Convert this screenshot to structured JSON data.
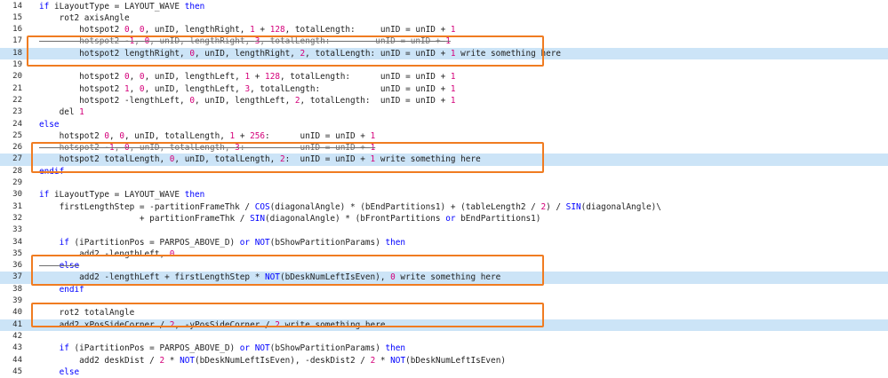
{
  "editor": {
    "lines": [
      {
        "n": "14",
        "code": "if iLayoutType = LAYOUT_WAVE then"
      },
      {
        "n": "15",
        "code": "    rot2 axisAngle"
      },
      {
        "n": "16",
        "code": "        hotspot2 0, 0, unID, lengthRight, 1 + 128, totalLength:     unID = unID + 1"
      },
      {
        "n": "17",
        "code": "        hotspot2 -1, 0, unID, lengthRight, 3, totalLength:         unID = unID + 1"
      },
      {
        "n": "18",
        "code": "        hotspot2 lengthRight, 0, unID, lengthRight, 2, totalLength: unID = unID + 1 write something here"
      },
      {
        "n": "19",
        "code": ""
      },
      {
        "n": "20",
        "code": "        hotspot2 0, 0, unID, lengthLeft, 1 + 128, totalLength:      unID = unID + 1"
      },
      {
        "n": "21",
        "code": "        hotspot2 1, 0, unID, lengthLeft, 3, totalLength:            unID = unID + 1"
      },
      {
        "n": "22",
        "code": "        hotspot2 -lengthLeft, 0, unID, lengthLeft, 2, totalLength:  unID = unID + 1"
      },
      {
        "n": "23",
        "code": "    del 1"
      },
      {
        "n": "24",
        "code": "else"
      },
      {
        "n": "25",
        "code": "    hotspot2 0, 0, unID, totalLength, 1 + 256:      unID = unID + 1"
      },
      {
        "n": "26",
        "code": "    hotspot2 -1, 0, unID, totalLength, 3:           unID = unID + 1"
      },
      {
        "n": "27",
        "code": "    hotspot2 totalLength, 0, unID, totalLength, 2:  unID = unID + 1 write something here"
      },
      {
        "n": "28",
        "code": "endif"
      },
      {
        "n": "29",
        "code": ""
      },
      {
        "n": "30",
        "code": "if iLayoutType = LAYOUT_WAVE then"
      },
      {
        "n": "31",
        "code": "    firstLengthStep = -partitionFrameThk / COS(diagonalAngle) * (bEndPartitions1) + (tableLength2 / 2) / SIN(diagonalAngle)\\"
      },
      {
        "n": "32",
        "code": "                    + partitionFrameThk / SIN(diagonalAngle) * (bFrontPartitions or bEndPartitions1)"
      },
      {
        "n": "33",
        "code": ""
      },
      {
        "n": "34",
        "code": "    if (iPartitionPos = PARPOS_ABOVE_D) or NOT(bShowPartitionParams) then"
      },
      {
        "n": "35",
        "code": "        add2 -lengthLeft, 0"
      },
      {
        "n": "36",
        "code": "    else"
      },
      {
        "n": "37",
        "code": "        add2 -lengthLeft + firstLengthStep * NOT(bDeskNumLeftIsEven), 0 write something here"
      },
      {
        "n": "38",
        "code": "    endif"
      },
      {
        "n": "39",
        "code": ""
      },
      {
        "n": "40",
        "code": "    rot2 totalAngle"
      },
      {
        "n": "41",
        "code": "    add2 xPosSideCorner / 2, -yPosSideCorner / 2 write something here"
      },
      {
        "n": "42",
        "code": ""
      },
      {
        "n": "43",
        "code": "    if (iPartitionPos = PARPOS_ABOVE_D) or NOT(bShowPartitionParams) then"
      },
      {
        "n": "44",
        "code": "        add2 deskDist / 2 * NOT(bDeskNumLeftIsEven), -deskDist2 / 2 * NOT(bDeskNumLeftIsEven)"
      },
      {
        "n": "45",
        "code": "    else"
      }
    ]
  },
  "colors": {
    "highlight": "#cce4f7",
    "annotation_box": "#f07c21",
    "keyword": "#0000ff",
    "number": "#d4007a"
  }
}
